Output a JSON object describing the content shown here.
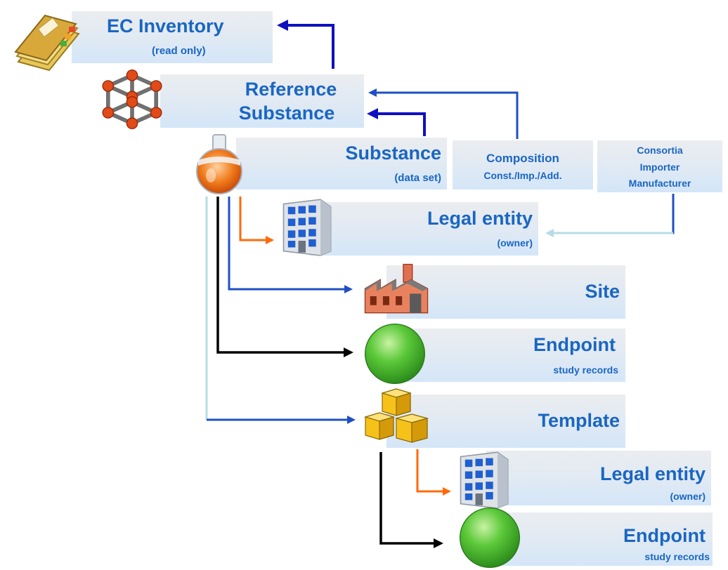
{
  "nodes": {
    "ec_inventory": {
      "title": "EC Inventory",
      "subtitle": "(read only)"
    },
    "reference_substance": {
      "line1": "Reference",
      "line2": "Substance"
    },
    "substance": {
      "title": "Substance",
      "subtitle": "(data set)"
    },
    "composition": {
      "line1": "Composition",
      "line2": "Const./Imp./Add."
    },
    "consortia": {
      "line1": "Consortia",
      "line2": "Importer",
      "line3": "Manufacturer"
    },
    "legal_entity_1": {
      "title": "Legal entity",
      "subtitle": "(owner)"
    },
    "site": {
      "title": "Site"
    },
    "endpoint_1": {
      "title": "Endpoint",
      "subtitle": "study records"
    },
    "template": {
      "title": "Template"
    },
    "legal_entity_2": {
      "title": "Legal entity",
      "subtitle": "(owner)"
    },
    "endpoint_2": {
      "title": "Endpoint",
      "subtitle": "study records"
    }
  },
  "colors": {
    "label_text": "#1a66c2",
    "arrow_blue": "#1f4fc4",
    "arrow_navy": "#1010c0",
    "arrow_orange": "#ff6a0a",
    "arrow_black": "#000000",
    "arrow_lightblue": "#b5dde4"
  },
  "icons": [
    "book-icon",
    "molecule-icon",
    "flask-icon",
    "building-icon",
    "factory-icon",
    "green-ball-icon",
    "cubes-icon"
  ]
}
